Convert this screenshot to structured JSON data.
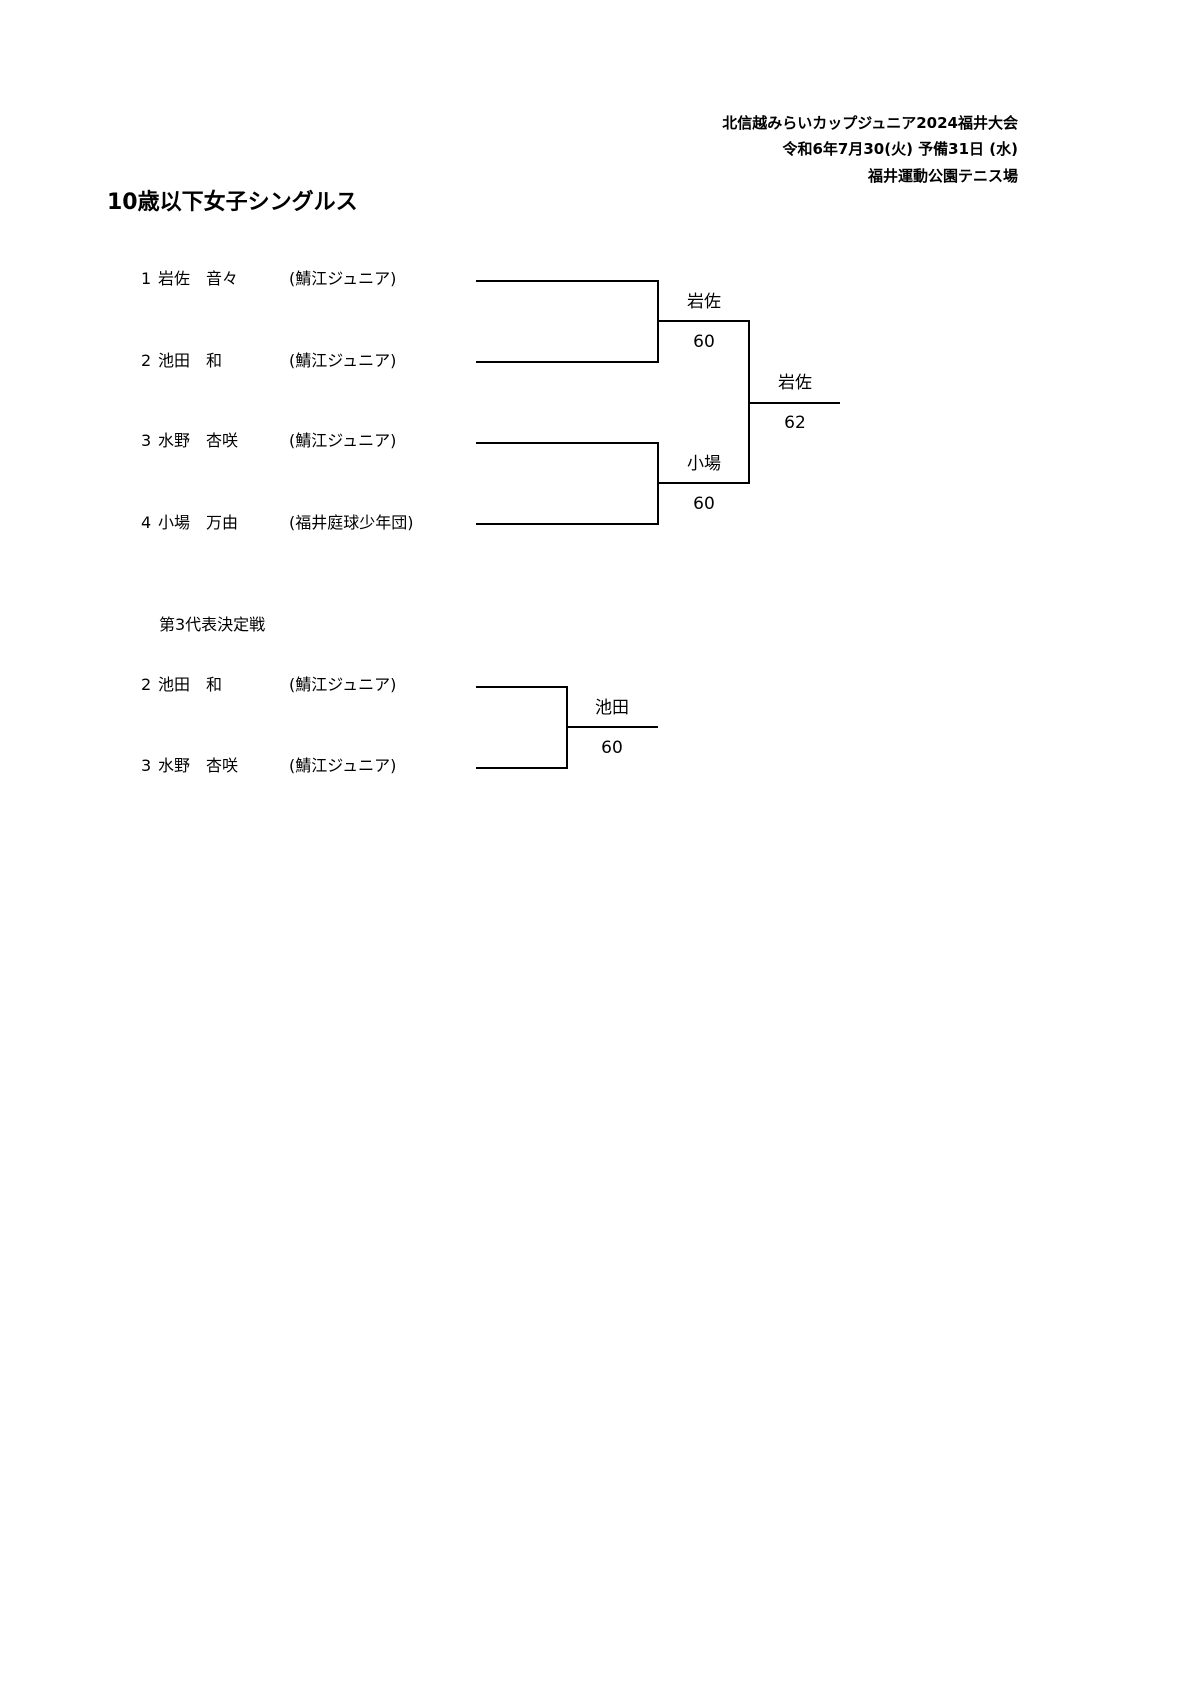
{
  "header": {
    "tournament": "北信越みらいカップジュニア2024福井大会",
    "dates": "令和6年7月30(火) 予備31日 (水)",
    "venue": "福井運動公園テニス場"
  },
  "event_title": "10歳以下女子シングルス",
  "main_draw": {
    "players": [
      {
        "num": "1",
        "name": "岩佐　音々",
        "club": "(鯖江ジュニア)"
      },
      {
        "num": "2",
        "name": "池田　和",
        "club": "(鯖江ジュニア)"
      },
      {
        "num": "3",
        "name": "水野　杏咲",
        "club": "(鯖江ジュニア)"
      },
      {
        "num": "4",
        "name": "小場　万由",
        "club": "(福井庭球少年団)"
      }
    ],
    "semifinals": [
      {
        "winner": "岩佐",
        "score": "60"
      },
      {
        "winner": "小場",
        "score": "60"
      }
    ],
    "final": {
      "winner": "岩佐",
      "score": "62"
    }
  },
  "third_place": {
    "title": "第3代表決定戦",
    "players": [
      {
        "num": "2",
        "name": "池田　和",
        "club": "(鯖江ジュニア)"
      },
      {
        "num": "3",
        "name": "水野　杏咲",
        "club": "(鯖江ジュニア)"
      }
    ],
    "match": {
      "winner": "池田",
      "score": "60"
    }
  }
}
